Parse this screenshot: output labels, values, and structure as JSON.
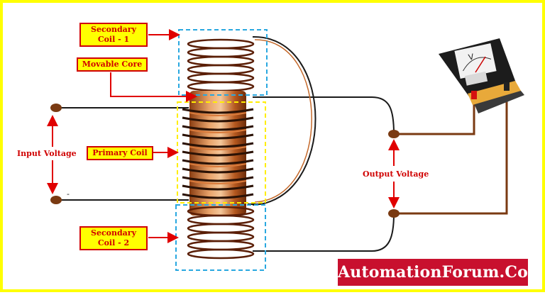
{
  "labels": {
    "secondary_coil_1": [
      "Secondary",
      "Coil - 1"
    ],
    "movable_core": "Movable Core",
    "primary_coil": "Primary Coil",
    "input_voltage": "Input Voltage",
    "output_voltage": "Output Voltage",
    "secondary_coil_2": [
      "Secondary",
      "Coil - 2"
    ],
    "input_minus": "-"
  },
  "meter": {
    "dial_symbol": "V"
  },
  "brand": {
    "text": "AutomationForum.Co"
  },
  "colors": {
    "frame": "#ffff00",
    "label_fill": "#ffff00",
    "label_text": "#d00000",
    "arrow": "#e00000",
    "wire": "#1a1a1a",
    "output_wire": "#7a3a12",
    "copper": "#c56a2c",
    "dashed_blue": "#29a8e0",
    "dashed_yellow": "#ffee00",
    "brand_bg": "#c8102e"
  }
}
